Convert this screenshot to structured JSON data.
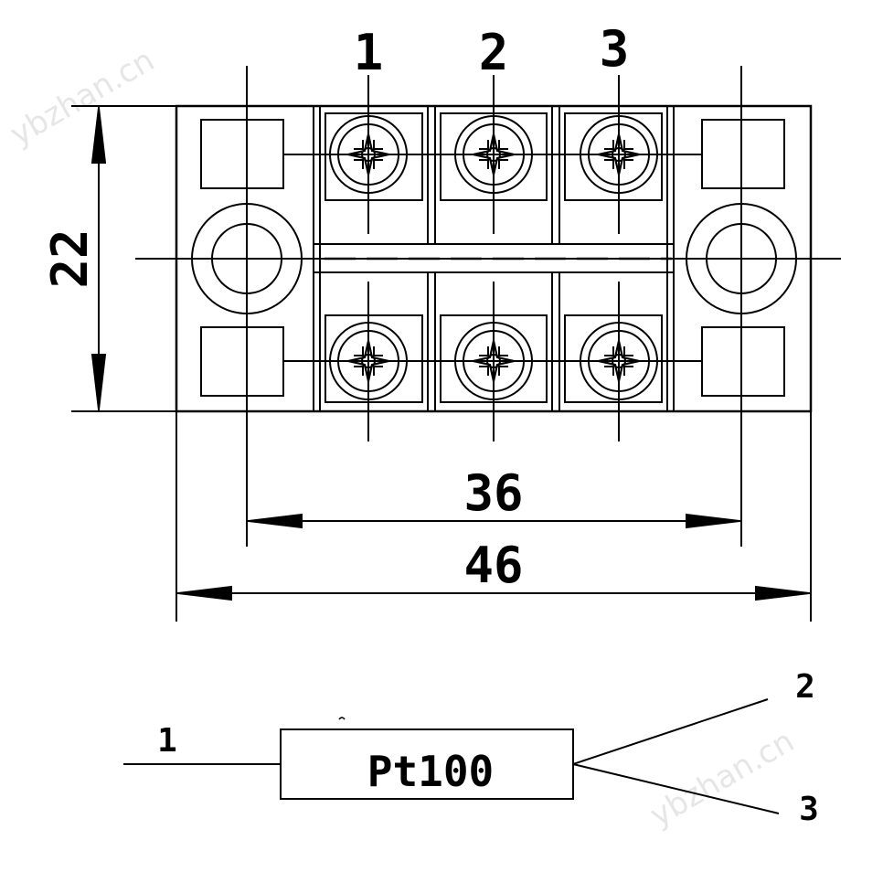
{
  "watermark": "ybzhan.cn",
  "terminal_block": {
    "terminal_numbers": [
      "1",
      "2",
      "3"
    ],
    "dim_height": "22",
    "dim_hole_spacing": "36",
    "dim_width": "46"
  },
  "wiring": {
    "sensor_label": "Pt100",
    "lead_labels": [
      "1",
      "2",
      "3"
    ]
  }
}
